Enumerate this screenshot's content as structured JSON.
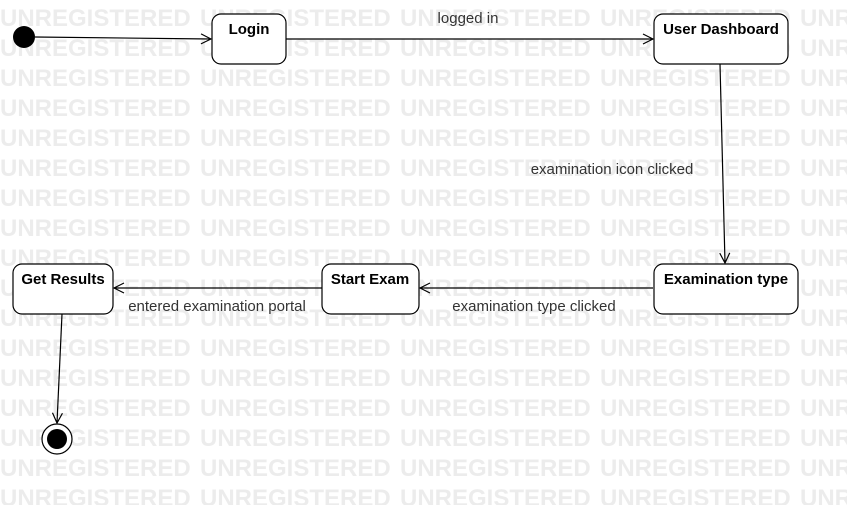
{
  "watermark": {
    "text": "UNREGISTERED"
  },
  "states": {
    "login": "Login",
    "user_dashboard": "User Dashboard",
    "examination_type": "Examination type",
    "start_exam": "Start Exam",
    "get_results": "Get Results"
  },
  "transitions": {
    "logged_in": "logged in",
    "examination_icon_clicked": "examination icon clicked",
    "examination_type_clicked": "examination type clicked",
    "entered_examination_portal": "entered examination portal"
  }
}
